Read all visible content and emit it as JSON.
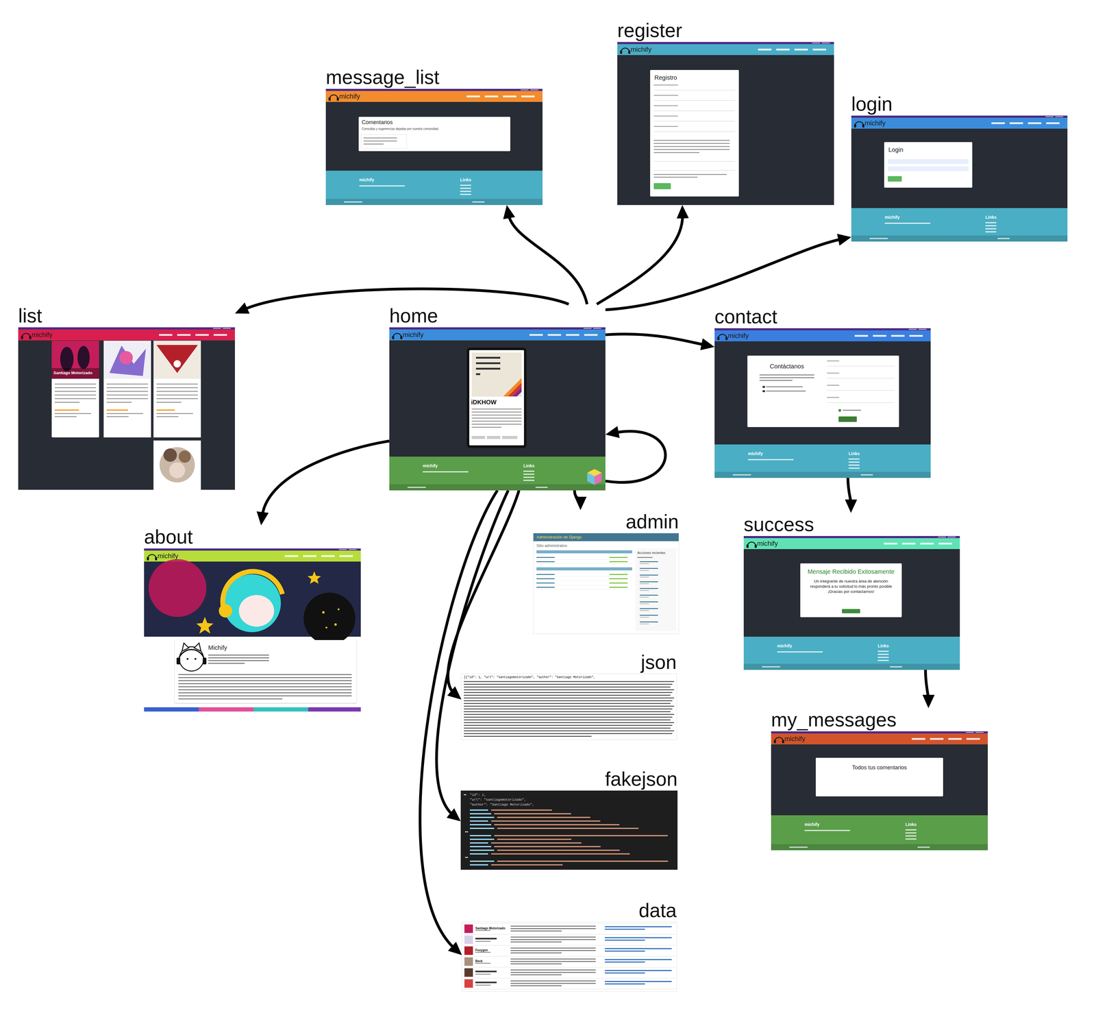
{
  "diagram": {
    "nodes": [
      {
        "text": [
          "register",
          "michify"
        ]
      },
      {
        "text": [
          "Registro"
        ],
        "in": 0
      },
      {
        "text": [
          "message_list",
          "michify",
          "michify",
          "Links"
        ]
      },
      {
        "text": [
          "Comentarios",
          "Consultas y sugerencias dejadas por nuestra comunidad"
        ],
        "in": 2
      },
      {
        "text": [
          "login",
          "michify",
          "michify",
          "Links"
        ]
      },
      {
        "text": [
          "Login"
        ],
        "in": 4
      },
      {
        "text": [
          "list",
          "michify"
        ]
      },
      {
        "text": [
          "Santiago Motorizado"
        ],
        "in": 6
      },
      {
        "text": [
          "home",
          "michify",
          "michify",
          "Links"
        ]
      },
      {
        "text": [
          "iDKHOW"
        ],
        "in": 8
      },
      {
        "text": [
          "contact",
          "michify",
          "michify",
          "Links"
        ]
      },
      {
        "text": [
          "Contáctanos"
        ],
        "in": 10
      },
      {
        "text": [
          "admin",
          "Administración de Django",
          "Sitio administrativo",
          "Acciones recientes"
        ]
      },
      {
        "text": [
          "about",
          "michify"
        ]
      },
      {
        "text": [
          "Michify"
        ],
        "in": 13
      },
      {
        "text": [
          "success",
          "michify",
          "michify",
          "Links"
        ]
      },
      {
        "text": [
          "Mensaje Recibido Exitosamente",
          "Un integrante de nuestra área de atención responderá a tu solicitud lo más pronto posible ¡Gracias por contactarnos!"
        ],
        "in": 15
      },
      {
        "text": [
          "json",
          "[{\"id\": 1, \"url\": \"santiagomotorizado\", \"author\": \"Santiago Motorizado\","
        ]
      },
      {
        "text": [
          "my_messages",
          "michify",
          "michify",
          "Links"
        ]
      },
      {
        "text": [
          "Todos tus comentarios"
        ],
        "in": 18
      },
      {
        "text": [
          "fakejson",
          "\"id\": 1,",
          "\"url\": \"santiagomotorizado\",",
          "\"author\": \"Santiago Motorizado\","
        ]
      },
      {
        "text": [
          "data",
          "Santiago Motorizado",
          "Foxygen",
          "Beck"
        ]
      }
    ],
    "edges": [
      {
        "from": 8,
        "to": 2,
        "arrow": "to"
      },
      {
        "from": 8,
        "to": 0,
        "arrow": "to"
      },
      {
        "from": 8,
        "to": 4,
        "arrow": "to"
      },
      {
        "from": 8,
        "to": 6,
        "arrow": "to"
      },
      {
        "from": 8,
        "to": 10,
        "arrow": "to"
      },
      {
        "from": 8,
        "to": 13,
        "arrow": "to"
      },
      {
        "from": 8,
        "to": 12,
        "arrow": "to"
      },
      {
        "from": 8,
        "to": 17,
        "arrow": "to"
      },
      {
        "from": 8,
        "to": 20,
        "arrow": "to"
      },
      {
        "from": 8,
        "to": 21,
        "arrow": "to"
      },
      {
        "from": 8,
        "to": 8,
        "arrow": "to"
      },
      {
        "from": 10,
        "to": 15,
        "arrow": "to"
      },
      {
        "from": 15,
        "to": 18,
        "arrow": "to"
      }
    ]
  }
}
